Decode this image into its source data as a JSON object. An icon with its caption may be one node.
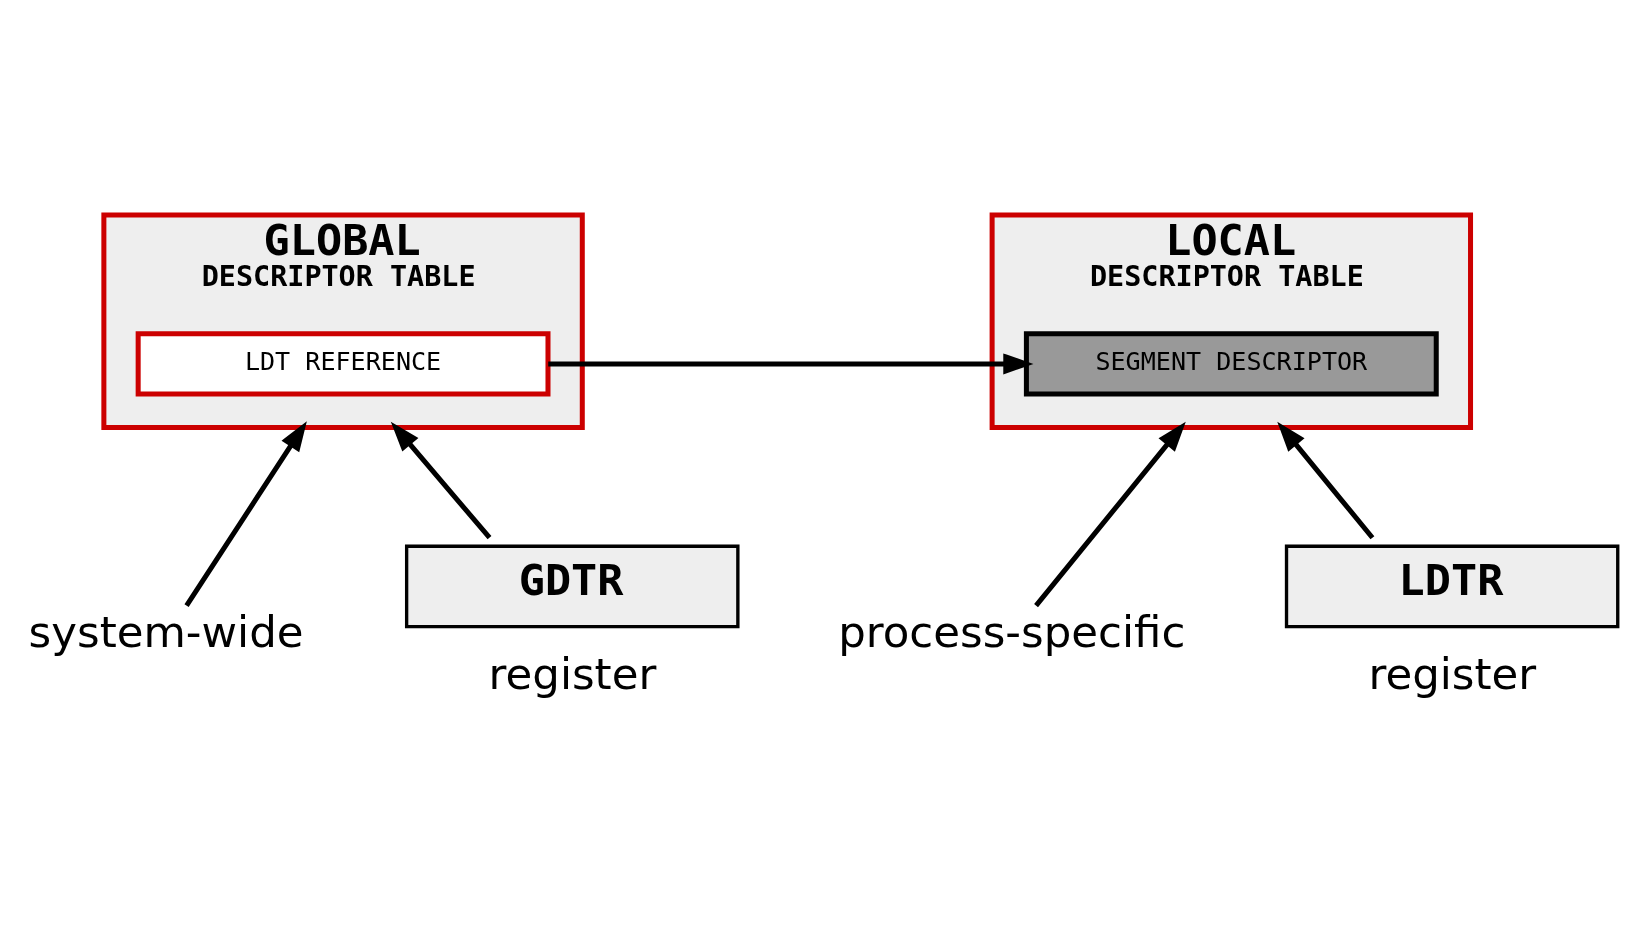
{
  "diagram": {
    "nodes": [
      {
        "text": [
          "GLOBAL",
          "DESCRIPTOR TABLE"
        ]
      },
      {
        "text": [
          "LDT REFERENCE"
        ],
        "in": 0
      },
      {
        "text": [
          "LOCAL",
          "DESCRIPTOR TABLE"
        ]
      },
      {
        "text": [
          "SEGMENT DESCRIPTOR"
        ],
        "in": 2
      },
      {
        "text": [
          "system-wide"
        ]
      },
      {
        "text": [
          "process-specific"
        ]
      },
      {
        "text": [
          "GDTR"
        ],
        "beside": [
          "register"
        ]
      },
      {
        "text": [
          "LDTR"
        ],
        "beside": [
          "register"
        ]
      }
    ],
    "edges": [
      {
        "from": 1,
        "to": 3,
        "arrow": "to"
      },
      {
        "from": 4,
        "to": 0,
        "arrow": "to"
      },
      {
        "from": 5,
        "to": 2,
        "arrow": "to"
      },
      {
        "from": 6,
        "to": 0,
        "arrow": "to"
      },
      {
        "from": 7,
        "to": 2,
        "arrow": "to"
      }
    ]
  }
}
